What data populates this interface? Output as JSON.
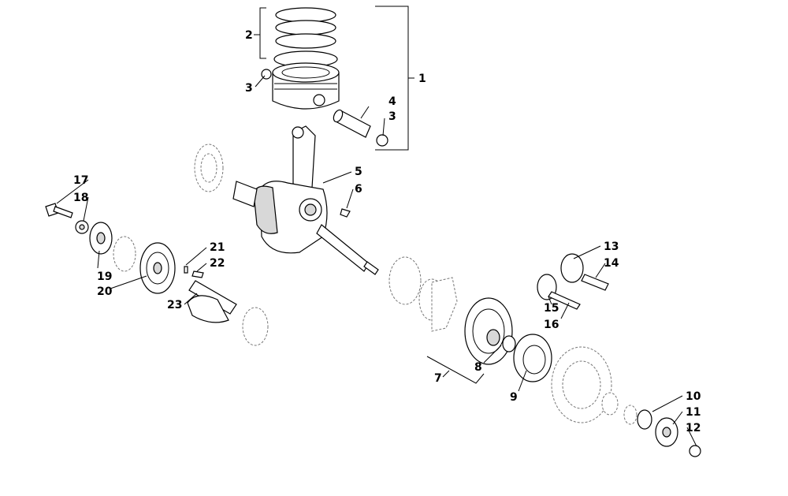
{
  "labels": [
    "1",
    "2",
    "3",
    "3",
    "4",
    "5",
    "6",
    "7",
    "8",
    "9",
    "10",
    "11",
    "12",
    "13",
    "14",
    "15",
    "16",
    "17",
    "18",
    "19",
    "20",
    "21",
    "22",
    "23"
  ]
}
